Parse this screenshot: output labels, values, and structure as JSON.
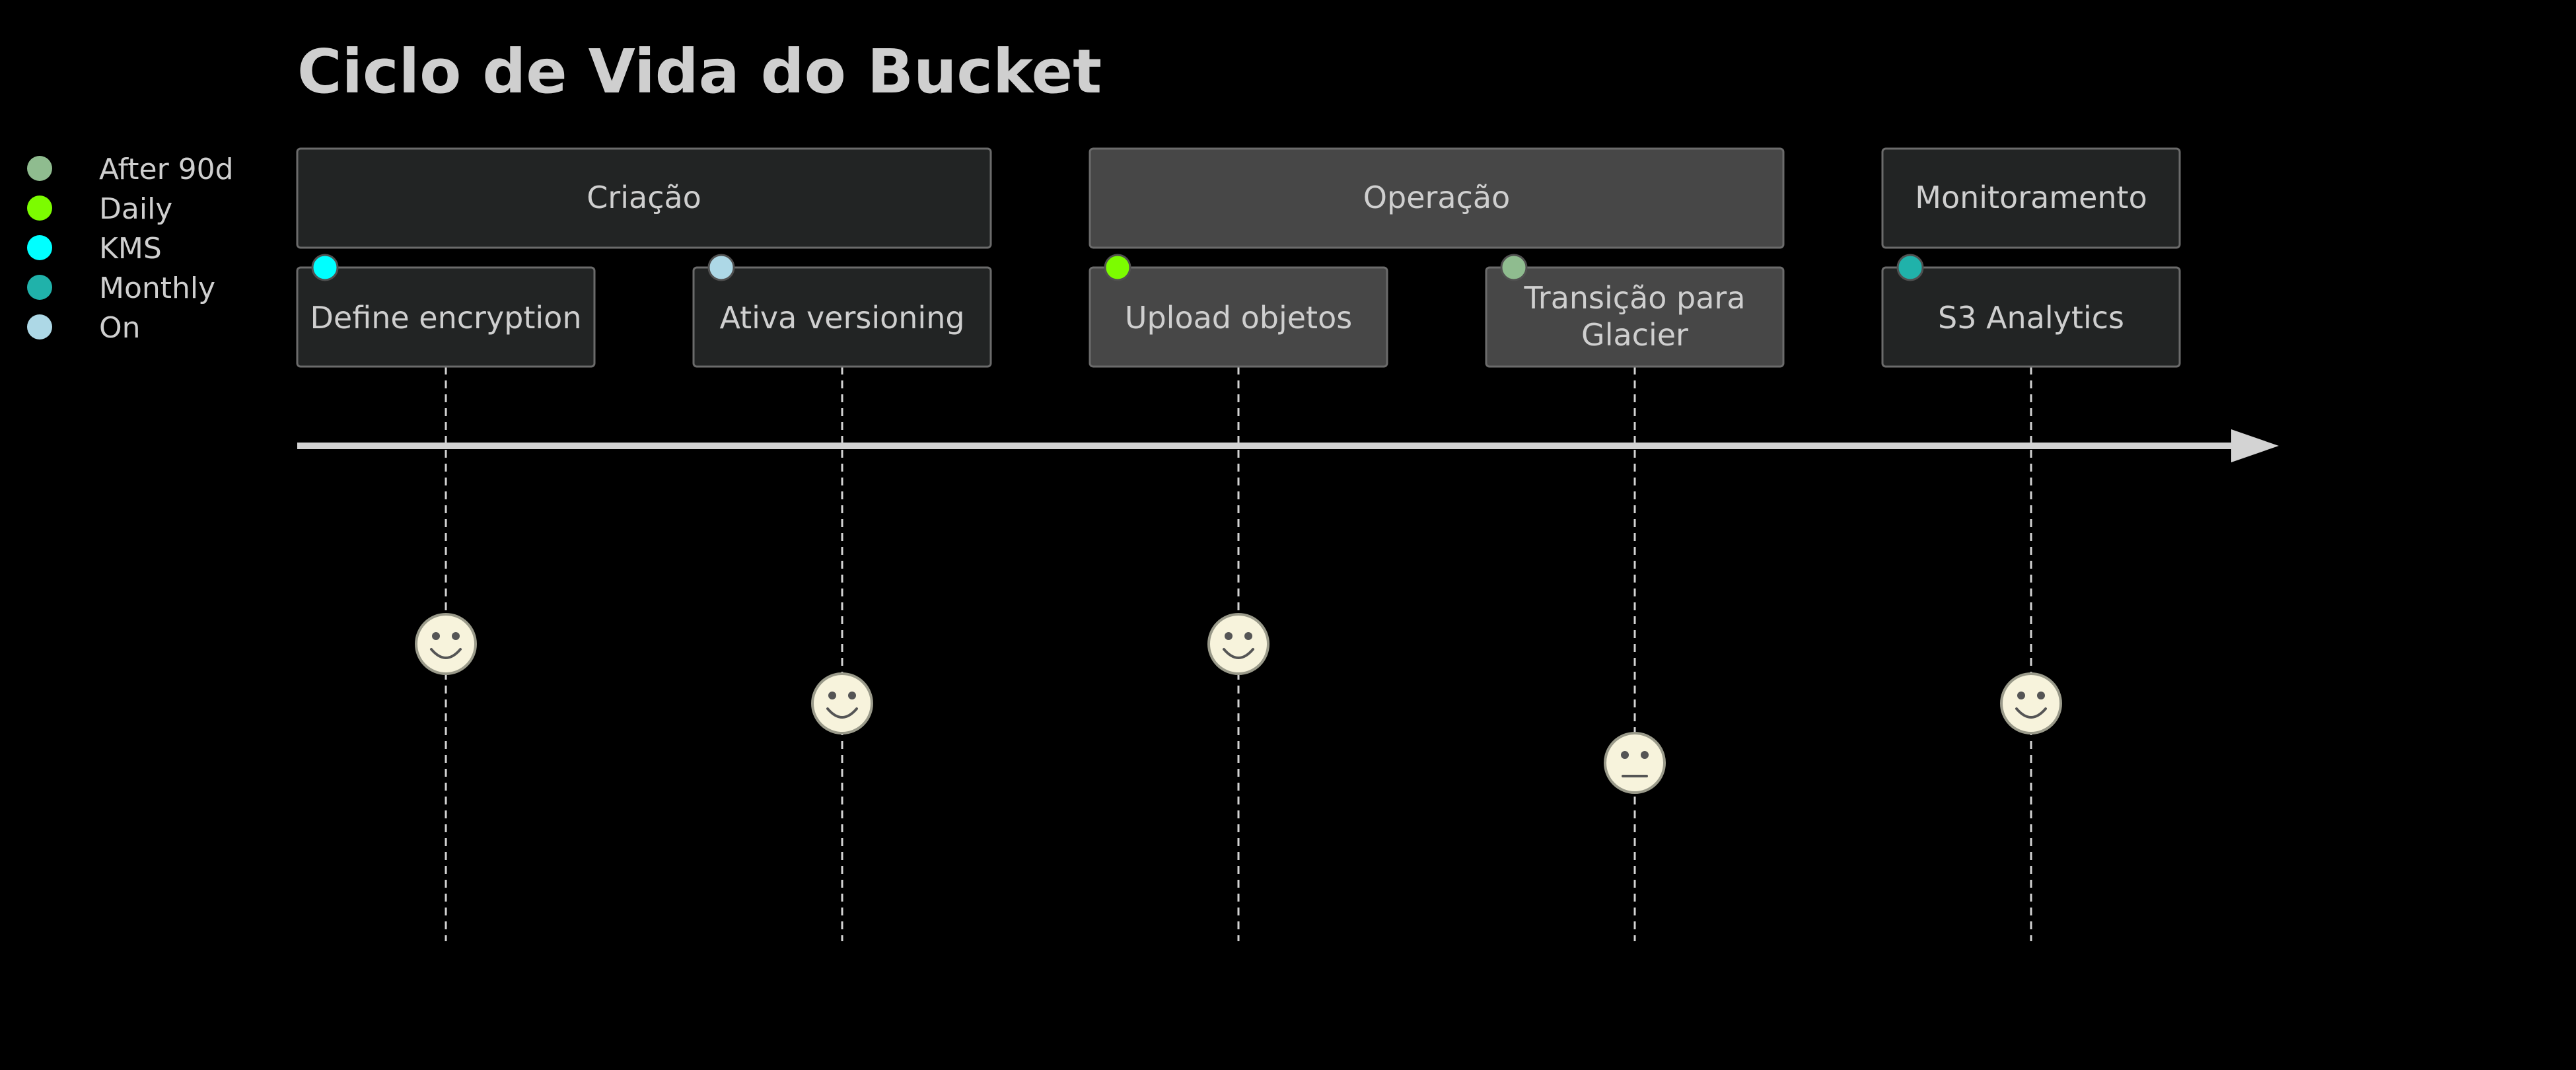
{
  "title": "Ciclo de Vida do Bucket",
  "legend": [
    {
      "label": "After 90d",
      "color": "#8fbc8f"
    },
    {
      "label": "Daily",
      "color": "#7cfc00"
    },
    {
      "label": "KMS",
      "color": "#00ffff"
    },
    {
      "label": "Monthly",
      "color": "#20b2aa"
    },
    {
      "label": "On",
      "color": "#add8e6"
    }
  ],
  "sections": [
    {
      "label": "Criação",
      "fill": "#222424"
    },
    {
      "label": "Operação",
      "fill": "#474747"
    },
    {
      "label": "Monitoramento",
      "fill": "#222424"
    }
  ],
  "tasks": [
    {
      "lines": [
        "Define encryption"
      ],
      "section": 0,
      "tag_color": "#00ffff",
      "mood": "happy"
    },
    {
      "lines": [
        "Ativa versioning"
      ],
      "section": 0,
      "tag_color": "#add8e6",
      "mood": "happy"
    },
    {
      "lines": [
        "Upload objetos"
      ],
      "section": 1,
      "tag_color": "#7cfc00",
      "mood": "happy"
    },
    {
      "lines": [
        "Transição para",
        "Glacier"
      ],
      "section": 1,
      "tag_color": "#8fbc8f",
      "mood": "neutral"
    },
    {
      "lines": [
        "S3 Analytics"
      ],
      "section": 2,
      "tag_color": "#20b2aa",
      "mood": "happy"
    }
  ],
  "colors": {
    "background": "#000000",
    "text": "#cfcfcf",
    "box_stroke": "#6b6b6b",
    "axis": "#d3d3d3",
    "face_fill": "#f7f3dc"
  }
}
